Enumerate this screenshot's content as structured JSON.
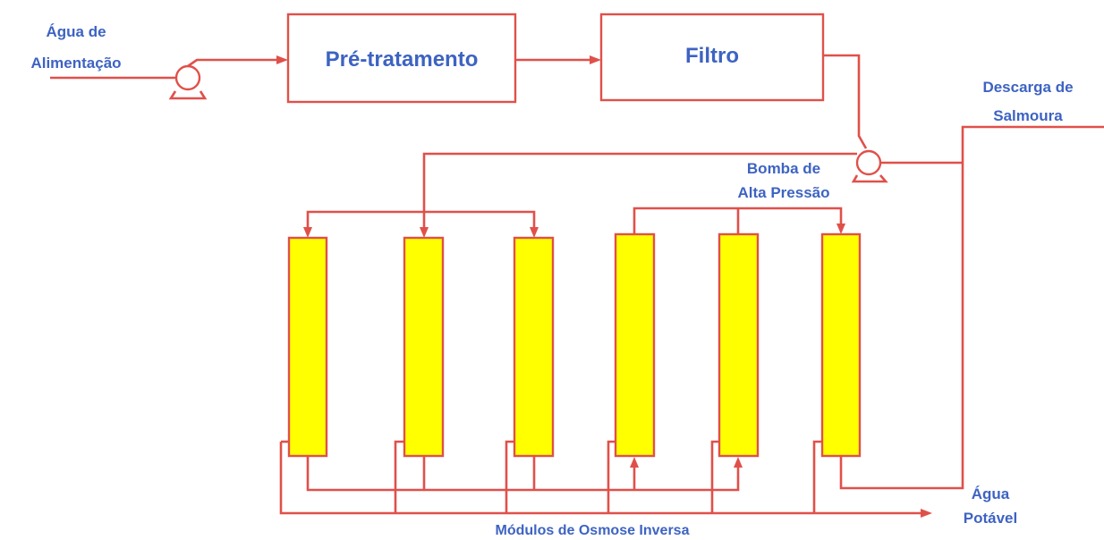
{
  "diagram": {
    "feed_water_label": [
      "Água de",
      "Alimentação"
    ],
    "pretreatment_label": "Pré-tratamento",
    "filter_label": "Filtro",
    "brine_discharge_label": [
      "Descarga de",
      "Salmoura"
    ],
    "high_pressure_pump_label": [
      "Bomba de",
      "Alta Pressão"
    ],
    "modules_label": "Módulos de Osmose Inversa",
    "potable_water_label": [
      "Água",
      "Potável"
    ],
    "module_count": 6,
    "colors": {
      "line": "#e0504a",
      "module_fill": "#ffff00",
      "text": "#3d63c2"
    }
  }
}
